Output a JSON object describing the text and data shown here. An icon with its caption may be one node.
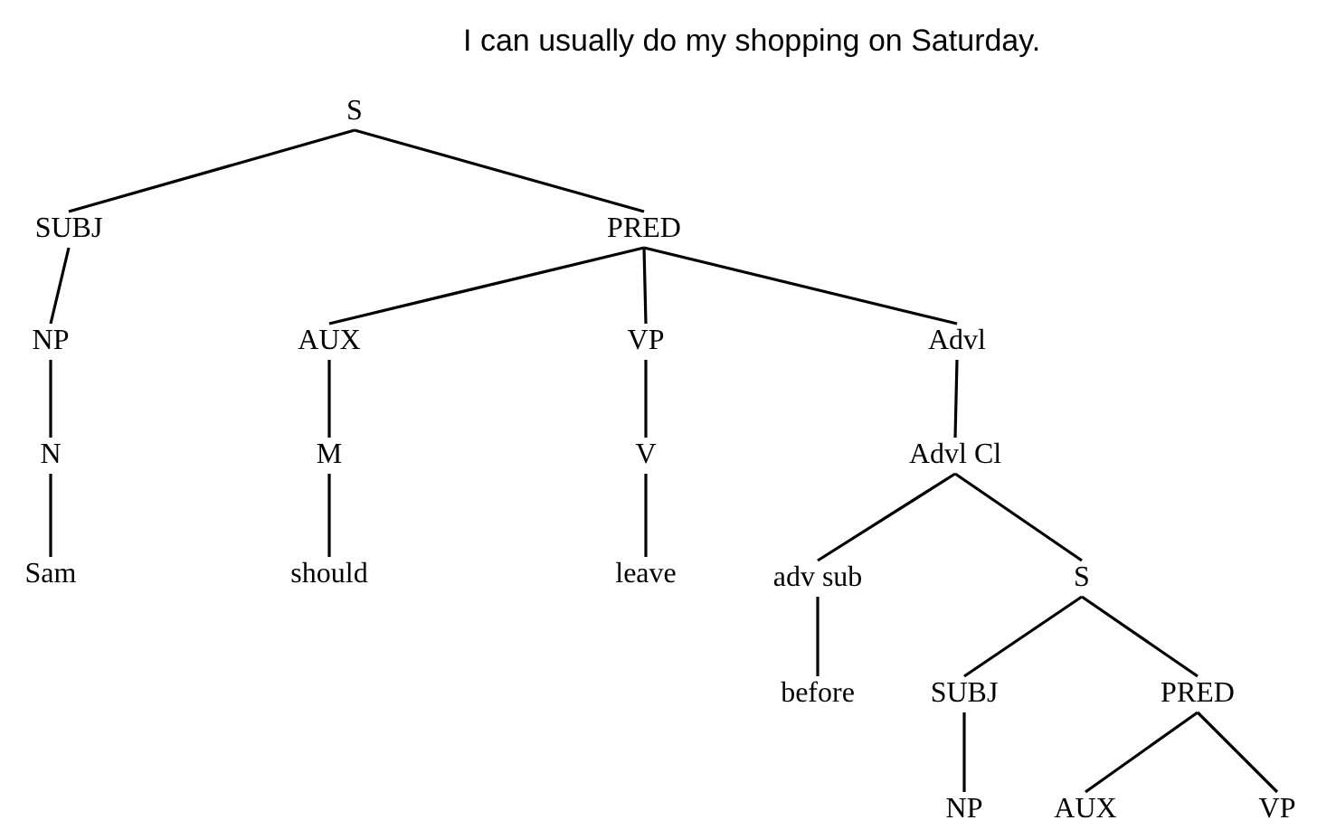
{
  "diagram": {
    "title": "I can usually do my shopping on Saturday.",
    "nodes": [
      {
        "text": [
          "S"
        ]
      },
      {
        "text": [
          "SUBJ"
        ]
      },
      {
        "text": [
          "PRED"
        ]
      },
      {
        "text": [
          "NP"
        ]
      },
      {
        "text": [
          "AUX"
        ]
      },
      {
        "text": [
          "VP"
        ]
      },
      {
        "text": [
          "Advl"
        ]
      },
      {
        "text": [
          "N"
        ]
      },
      {
        "text": [
          "M"
        ]
      },
      {
        "text": [
          "V"
        ]
      },
      {
        "text": [
          "Advl Cl"
        ]
      },
      {
        "text": [
          "Sam"
        ]
      },
      {
        "text": [
          "should"
        ]
      },
      {
        "text": [
          "leave"
        ]
      },
      {
        "text": [
          "adv sub"
        ]
      },
      {
        "text": [
          "S"
        ]
      },
      {
        "text": [
          "before"
        ]
      },
      {
        "text": [
          "SUBJ"
        ]
      },
      {
        "text": [
          "PRED"
        ]
      },
      {
        "text": [
          "NP"
        ]
      },
      {
        "text": [
          "AUX"
        ]
      },
      {
        "text": [
          "VP"
        ]
      }
    ],
    "edges": [
      {
        "from": 0,
        "to": 1,
        "arrow": "none"
      },
      {
        "from": 0,
        "to": 2,
        "arrow": "none"
      },
      {
        "from": 1,
        "to": 3,
        "arrow": "none"
      },
      {
        "from": 2,
        "to": 4,
        "arrow": "none"
      },
      {
        "from": 2,
        "to": 5,
        "arrow": "none"
      },
      {
        "from": 2,
        "to": 6,
        "arrow": "none"
      },
      {
        "from": 3,
        "to": 7,
        "arrow": "none"
      },
      {
        "from": 4,
        "to": 8,
        "arrow": "none"
      },
      {
        "from": 5,
        "to": 9,
        "arrow": "none"
      },
      {
        "from": 6,
        "to": 10,
        "arrow": "none"
      },
      {
        "from": 7,
        "to": 11,
        "arrow": "none"
      },
      {
        "from": 8,
        "to": 12,
        "arrow": "none"
      },
      {
        "from": 9,
        "to": 13,
        "arrow": "none"
      },
      {
        "from": 10,
        "to": 14,
        "arrow": "none"
      },
      {
        "from": 10,
        "to": 15,
        "arrow": "none"
      },
      {
        "from": 14,
        "to": 16,
        "arrow": "none"
      },
      {
        "from": 15,
        "to": 17,
        "arrow": "none"
      },
      {
        "from": 15,
        "to": 18,
        "arrow": "none"
      },
      {
        "from": 17,
        "to": 19,
        "arrow": "none"
      },
      {
        "from": 18,
        "to": 20,
        "arrow": "none"
      },
      {
        "from": 18,
        "to": 21,
        "arrow": "none"
      }
    ]
  }
}
